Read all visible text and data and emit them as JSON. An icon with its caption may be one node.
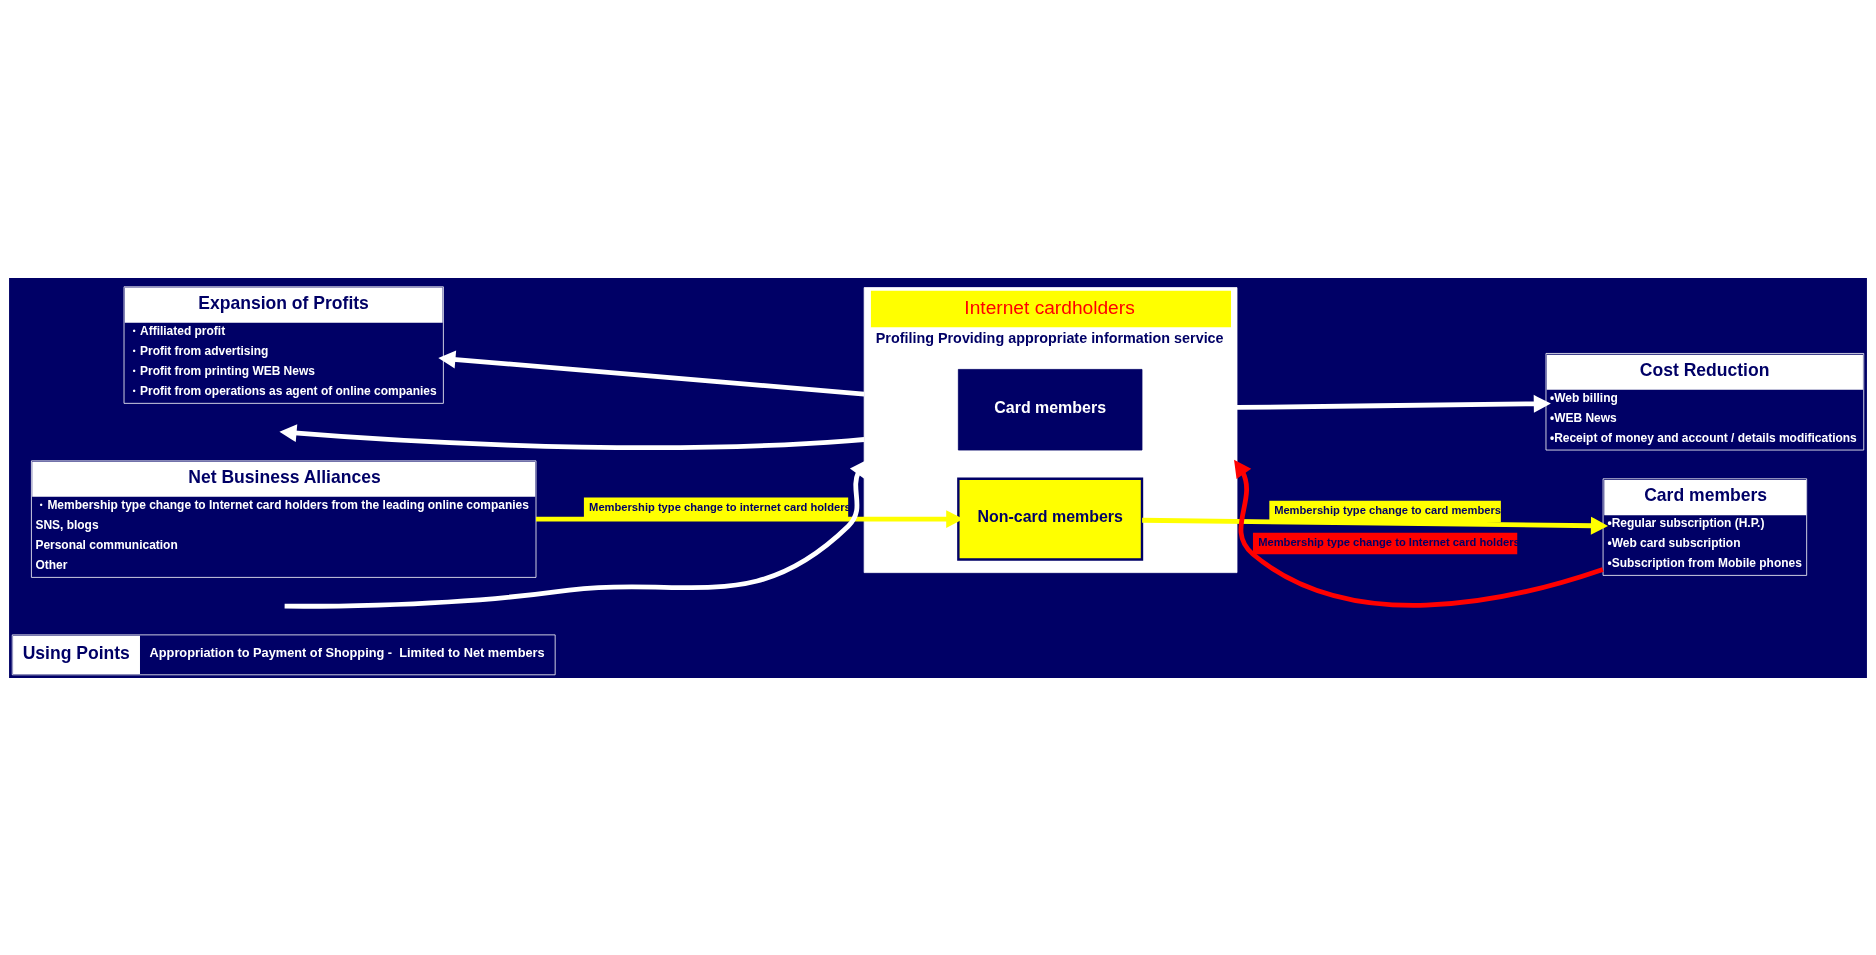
{
  "diagram": {
    "nodes": [
      {
        "text": [
          "Using Points",
          "Appropriation to Payment of Shopping -  Limited to Net members"
        ]
      },
      {
        "text": [
          "Expansion of Profits",
          "・Affiliated profit",
          "・Profit from advertising",
          "・Profit from printing WEB News",
          "・Profit from operations as agent of online companies"
        ]
      },
      {
        "text": [
          "Internet cardholders",
          "Profiling Providing appropriate information service"
        ]
      },
      {
        "text": [
          "Card members"
        ],
        "in": 2
      },
      {
        "text": [
          "Non-card members"
        ],
        "in": 2
      },
      {
        "text": [
          "Cost Reduction",
          "•Web billing",
          "•WEB News",
          "•Receipt of money and account / details modifications"
        ]
      },
      {
        "text": [
          "Net Business Alliances",
          "・Membership type change to Internet card holders from the leading online companies",
          "SNS, blogs",
          "Personal communication",
          "Other"
        ]
      },
      {
        "text": [
          "Card members",
          "•Regular subscription (H.P.)",
          "•Web card subscription",
          "•Subscription from Mobile phones"
        ]
      }
    ],
    "edges": [
      {
        "from": 2,
        "to": 1,
        "arrow": "to"
      },
      {
        "from": 2,
        "to": 5,
        "arrow": "to"
      },
      {
        "from": 6,
        "to": 4,
        "arrow": "to",
        "label": "Membership type change to internet card holders",
        "color": "#ffff00"
      },
      {
        "from": 4,
        "to": 7,
        "arrow": "to",
        "label": "Membership type change to card members",
        "color": "#ffff00"
      },
      {
        "from": 7,
        "to": 2,
        "arrow": "to",
        "label": "Membership type change to Internet card holders",
        "color": "#ff0000"
      },
      {
        "from": null,
        "to": 2,
        "arrow": "to"
      },
      {
        "from": 2,
        "to": null,
        "arrow": "to"
      }
    ]
  }
}
